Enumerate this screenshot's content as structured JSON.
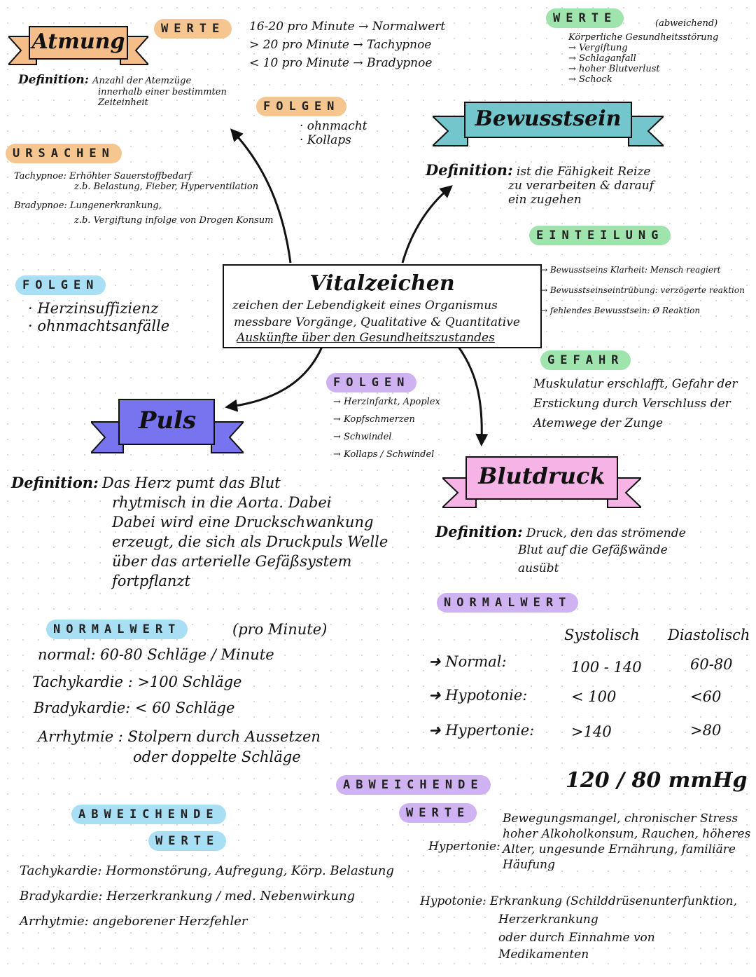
{
  "center": {
    "title": "Vitalzeichen",
    "lines": [
      "zeichen der Lebendigkeit eines Organismus",
      "messbare Vorgänge, Qualitative & Quantitative",
      "Auskünfte über den Gesundheitszustandes"
    ]
  },
  "atmung": {
    "banner": "Atmung",
    "definition_label": "Definition:",
    "definition": [
      "Anzahl der Atemzüge",
      "innerhalb einer bestimmten",
      "Zeiteinheit"
    ],
    "werte_pill": "WERTE",
    "werte": [
      "16-20 pro Minute → Normalwert",
      "> 20 pro Minute → Tachypnoe",
      "< 10 pro Minute → Bradypnoe"
    ],
    "folgen_pill": "FOLGEN",
    "folgen": [
      "· ohnmacht",
      "· Kollaps"
    ],
    "ursachen_pill": "URSACHEN",
    "ursachen": [
      "Tachypnoe: Erhöhter Sauerstoffbedarf",
      "z.b. Belastung, Fieber, Hyperventilation",
      "Bradypnoe: Lungenerkrankung,",
      "z.b. Vergiftung infolge von Drogen Konsum"
    ],
    "folgen2_pill": "FOLGEN",
    "folgen2": [
      "· Herzinsuffizienz",
      "· ohnmachtsanfälle"
    ]
  },
  "bewusstsein": {
    "banner": "Bewusstsein",
    "werte_pill": "WERTE",
    "werte_note": "(abweichend)",
    "werte": [
      "Körperliche Gesundheitsstörung",
      "→ Vergiftung",
      "→ Schlaganfall",
      "→ hoher Blutverlust",
      "→ Schock"
    ],
    "definition_label": "Definition:",
    "definition": [
      "ist die Fähigkeit Reize",
      "zu verarbeiten & darauf",
      "ein zugehen"
    ],
    "einteilung_pill": "EINTEILUNG",
    "einteilung": [
      "→ Bewusstseins Klarheit: Mensch reagiert",
      "→ Bewusstseinseintrübung: verzögerte reaktion",
      "→ fehlendes Bewusstsein: Ø Reaktion"
    ],
    "gefahr_pill": "GEFAHR",
    "gefahr": [
      "Muskulatur erschlafft, Gefahr der",
      "Erstickung durch Verschluss der",
      "Atemwege der Zunge"
    ]
  },
  "puls": {
    "banner": "Puls",
    "folgen_pill": "FOLGEN",
    "folgen": [
      "→ Herzinfarkt, Apoplex",
      "→ Kopfschmerzen",
      "→ Schwindel",
      "→ Kollaps / Schwindel"
    ],
    "definition_label": "Definition:",
    "definition": [
      "Das Herz pumt das Blut",
      "rhytmisch in die Aorta. Dabei",
      "Dabei wird eine Druckschwankung",
      "erzeugt, die sich als Druckpuls Welle",
      "über das arterielle Gefäßsystem",
      "fortpflanzt"
    ],
    "normalwert_pill": "NORMALWERT",
    "normalwert_note": "(pro Minute)",
    "normal": "normal: 60-80 Schläge / Minute",
    "tachy": "Tachykardie : >100 Schläge",
    "brady": "Bradykardie: < 60 Schläge",
    "arr1": "Arrhytmie : Stolpern durch Aussetzen",
    "arr2": "oder doppelte Schläge",
    "abw_pill": "ABWEICHENDE",
    "werte_pill": "WERTE",
    "abw": [
      "Tachykardie: Hormonstörung, Aufregung, Körp. Belastung",
      "Bradykardie: Herzerkrankung / med. Nebenwirkung",
      "Arrhytmie: angeborener Herzfehler"
    ]
  },
  "blutdruck": {
    "banner": "Blutdruck",
    "definition_label": "Definition:",
    "definition": [
      "Druck, den das strömende",
      "Blut auf die Gefäßwände",
      "ausübt"
    ],
    "normalwert_pill": "NORMALWERT",
    "headers": [
      "Systolisch",
      "Diastolisch"
    ],
    "rows": [
      {
        "label": "Normal:",
        "sys": "100 - 140",
        "dia": "60-80"
      },
      {
        "label": "Hypotonie:",
        "sys": "< 100",
        "dia": "<60"
      },
      {
        "label": "Hypertonie:",
        "sys": ">140",
        "dia": ">80"
      }
    ],
    "abw_pill": "ABWEICHENDE",
    "werte_pill": "WERTE",
    "standard": "120 / 80 mmHg",
    "hyper_label": "Hypertonie:",
    "hyper": [
      "Bewegungsmangel, chronischer Stress",
      "hoher Alkoholkonsum, Rauchen, höheres",
      "Alter, ungesunde Ernährung, familiäre",
      "Häufung"
    ],
    "hypo_label": "Hypotonie:",
    "hypo": [
      "Erkrankung (Schilddrüsenunterfunktion,",
      "Herzerkrankung",
      "oder durch Einnahme von",
      "Medikamenten"
    ]
  },
  "colors": {
    "atmung_banner": "#f5bd88",
    "bewusstsein_banner": "#72c6cc",
    "puls_banner": "#7873ee",
    "blutdruck_banner": "#f6b3e6"
  }
}
